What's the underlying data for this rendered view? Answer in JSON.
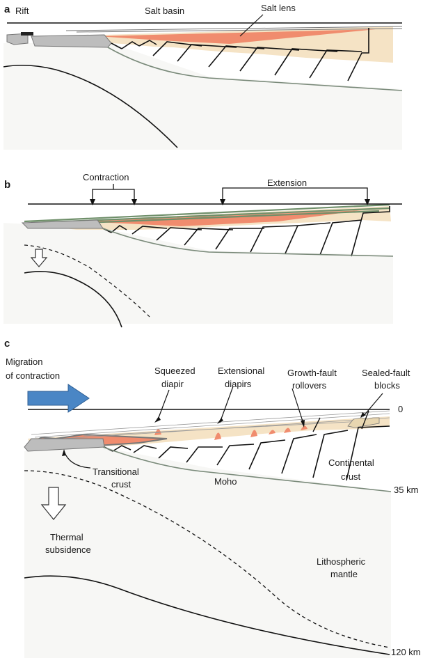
{
  "panels": [
    {
      "id": "a",
      "letter": "a",
      "labels": {
        "rift": "Rift",
        "salt_basin": "Salt basin",
        "salt_lens": "Salt lens"
      }
    },
    {
      "id": "b",
      "letter": "b",
      "labels": {
        "contraction": "Contraction",
        "extension": "Extension"
      }
    },
    {
      "id": "c",
      "letter": "c",
      "labels": {
        "migration_line1": "Migration",
        "migration_line2": "of contraction",
        "squeezed_line1": "Squeezed",
        "squeezed_line2": "diapir",
        "extensional_line1": "Extensional",
        "extensional_line2": "diapirs",
        "growth_line1": "Growth-fault",
        "growth_line2": "rollovers",
        "sealed_line1": "Sealed-fault",
        "sealed_line2": "blocks",
        "depth_zero": "0",
        "transitional_line1": "Transitional",
        "transitional_line2": "crust",
        "moho": "Moho",
        "continental_line1": "Continental",
        "continental_line2": "crust",
        "depth_35": "35 km",
        "thermal_line1": "Thermal",
        "thermal_line2": "subsidence",
        "lithospheric_line1": "Lithospheric",
        "lithospheric_line2": "mantle",
        "depth_120": "120 km"
      }
    }
  ],
  "colors": {
    "salt": "#f08c6e",
    "sediment": "#f5e3c5",
    "mantle": "#f7f7f5",
    "gray_crust": "#bdbdbd",
    "dark_gray_outline": "#777777",
    "sedimentary_stripes": "#6f8f6a",
    "arrow_blue": "#4a86c5"
  }
}
